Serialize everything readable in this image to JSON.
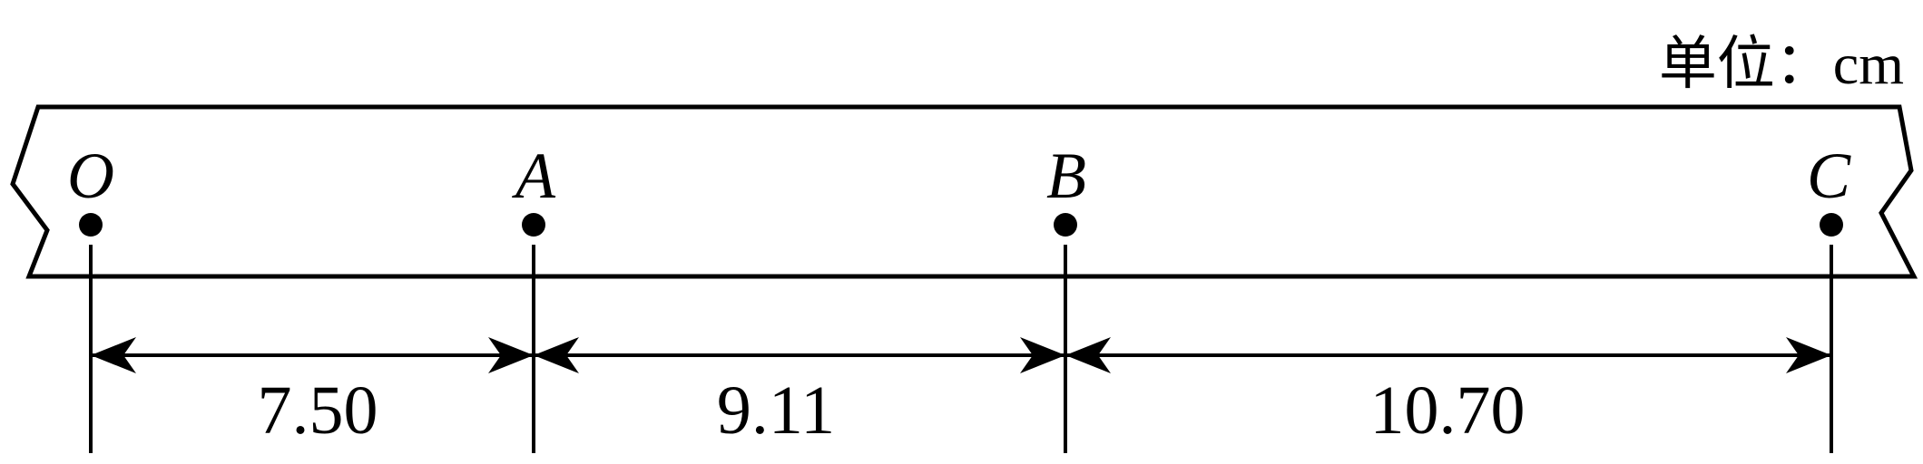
{
  "unit_label": "单位：cm",
  "points": [
    {
      "label": "O"
    },
    {
      "label": "A"
    },
    {
      "label": "B"
    },
    {
      "label": "C"
    }
  ],
  "distances": [
    {
      "from": "O",
      "to": "A",
      "value": "7.50"
    },
    {
      "from": "A",
      "to": "B",
      "value": "9.11"
    },
    {
      "from": "B",
      "to": "C",
      "value": "10.70"
    }
  ]
}
